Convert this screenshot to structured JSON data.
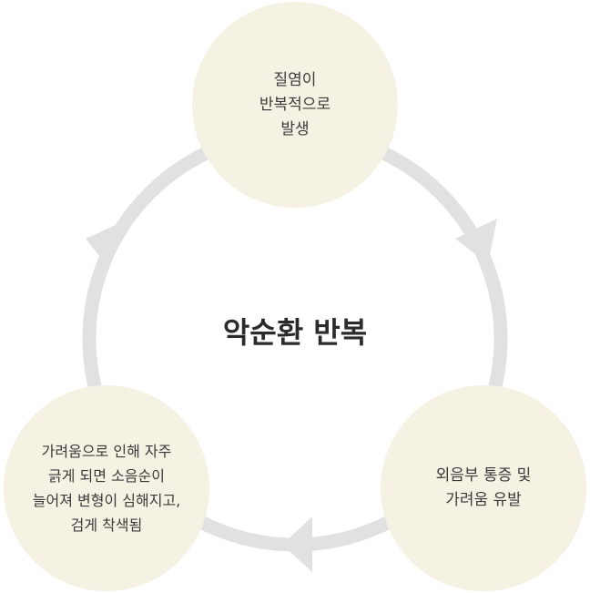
{
  "title": "악순환 반복",
  "nodes": [
    {
      "lines": [
        "질염이",
        "반복적으로",
        "발생"
      ]
    },
    {
      "lines": [
        "외음부 통증 및",
        "가려움 유발"
      ]
    },
    {
      "lines": [
        "가려움으로 인해 자주",
        "긁게 되면 소음순이",
        "늘어져 변형이 심해지고,",
        "검게 착색됨"
      ]
    }
  ],
  "colors": {
    "ring": "#e1e1e1",
    "node_fill": "#f5f1e3",
    "text": "#333333"
  }
}
